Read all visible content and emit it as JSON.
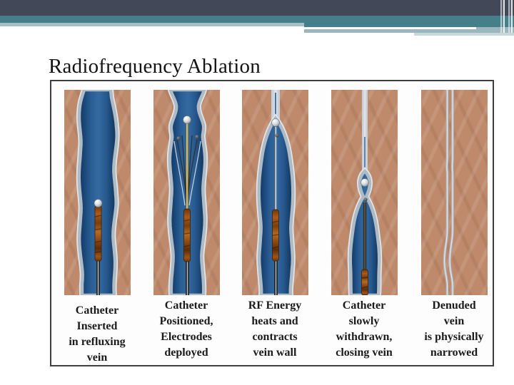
{
  "slide": {
    "title": "Radiofrequency Ablation"
  },
  "figure": {
    "panels": [
      {
        "id": "step-1",
        "illustration": "catheter-in-open-vein",
        "caption_lines": [
          "Catheter",
          "Inserted",
          "in refluxing",
          "vein"
        ]
      },
      {
        "id": "step-2",
        "illustration": "electrodes-deployed-in-vein",
        "caption_lines": [
          "Catheter",
          "Positioned,",
          "Electrodes",
          "deployed"
        ]
      },
      {
        "id": "step-3",
        "illustration": "vein-contracting-around-catheter",
        "caption_lines": [
          "RF Energy",
          "heats and",
          "contracts",
          "vein wall"
        ]
      },
      {
        "id": "step-4",
        "illustration": "vein-closing-behind-catheter",
        "caption_lines": [
          "Catheter",
          "slowly",
          "withdrawn,",
          "closing vein"
        ]
      },
      {
        "id": "step-5",
        "illustration": "closed-denuded-vein",
        "caption_lines": [
          "Denuded",
          "vein",
          "is physically",
          "narrowed"
        ]
      }
    ]
  },
  "colors": {
    "header_navy": "#434859",
    "header_teal": "#45808A",
    "header_light_teal": "#A6C0C6",
    "tissue_tan": "#BF8A6C",
    "vein_blue": "#2A5E94",
    "vein_wall_gray": "#C7D0D8",
    "catheter_copper": "#A3591C",
    "catheter_tip_silver": "#D6DADF",
    "caption_text": "#1A1A1A",
    "box_border": "#3E3E3E"
  }
}
